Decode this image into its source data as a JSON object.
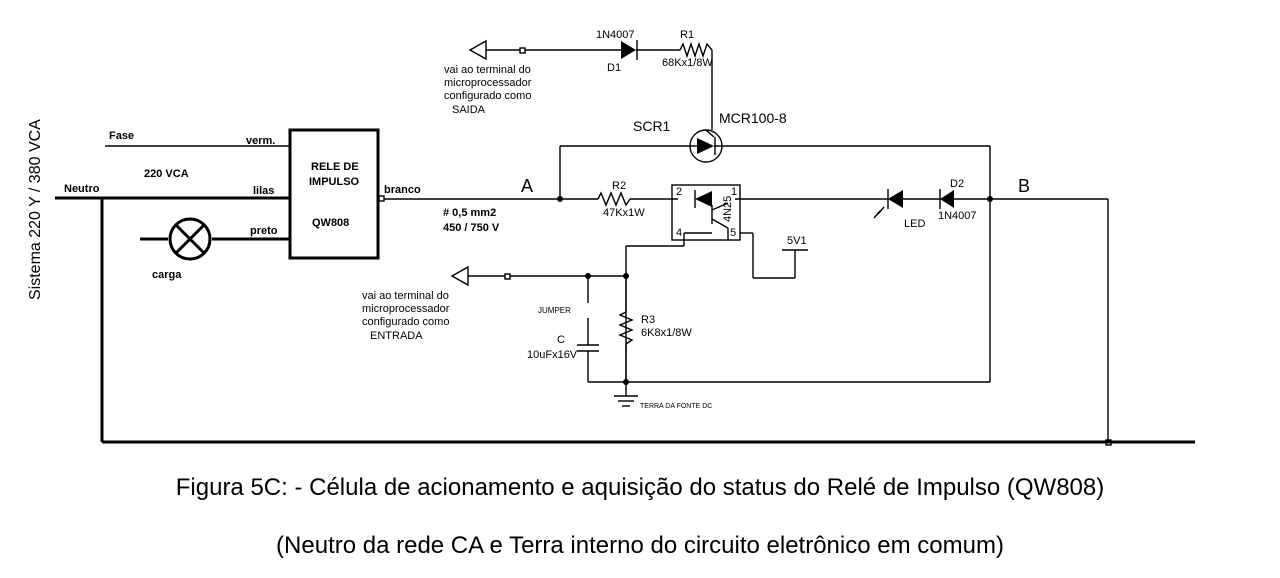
{
  "diagram": {
    "system_label": "Sistema 220 Y / 380 VCA",
    "fase": "Fase",
    "neutro": "Neutro",
    "v220": "220 VCA",
    "carga": "carga",
    "verm": "verm.",
    "lilas": "lilas",
    "preto": "preto",
    "branco": "branco",
    "relay_line1": "RELE DE",
    "relay_line2": "IMPULSO",
    "relay_model": "QW808",
    "wire_gauge": "# 0,5 mm2",
    "wire_voltage": "450 / 750 V",
    "node_a": "A",
    "node_b": "B",
    "r2": "R2",
    "r2_value": "47Kx1W",
    "opto_model": "4N25",
    "pin1": "1",
    "pin2": "2",
    "pin4": "4",
    "pin5": "5",
    "led": "LED",
    "d2": "D2",
    "d2_model": "1N4007",
    "d1": "D1",
    "d1_model": "1N4007",
    "r1": "R1",
    "r1_value": "68Kx1/8W",
    "scr": "SCR1",
    "scr_model": "MCR100-8",
    "out_note_1": "vai ao terminal do",
    "out_note_2": "microprocessador",
    "out_note_3": "configurado como",
    "out_note_4": "SAIDA",
    "in_note_1": "vai ao terminal do",
    "in_note_2": "microprocessador",
    "in_note_3": "configurado como",
    "in_note_4": "ENTRADA",
    "jumper": "JUMPER",
    "c": "C",
    "c_value": "10uFx16V",
    "r3": "R3",
    "r3_value": "6K8x1/8W",
    "vcc": "5V1",
    "ground": "TERRA DA FONTE DC"
  },
  "caption": {
    "line1": "Figura 5C: - Célula de acionamento e aquisição do status do Relé de Impulso (QW808)",
    "line2": "(Neutro da rede CA e Terra interno do circuito eletrônico em comum)"
  }
}
